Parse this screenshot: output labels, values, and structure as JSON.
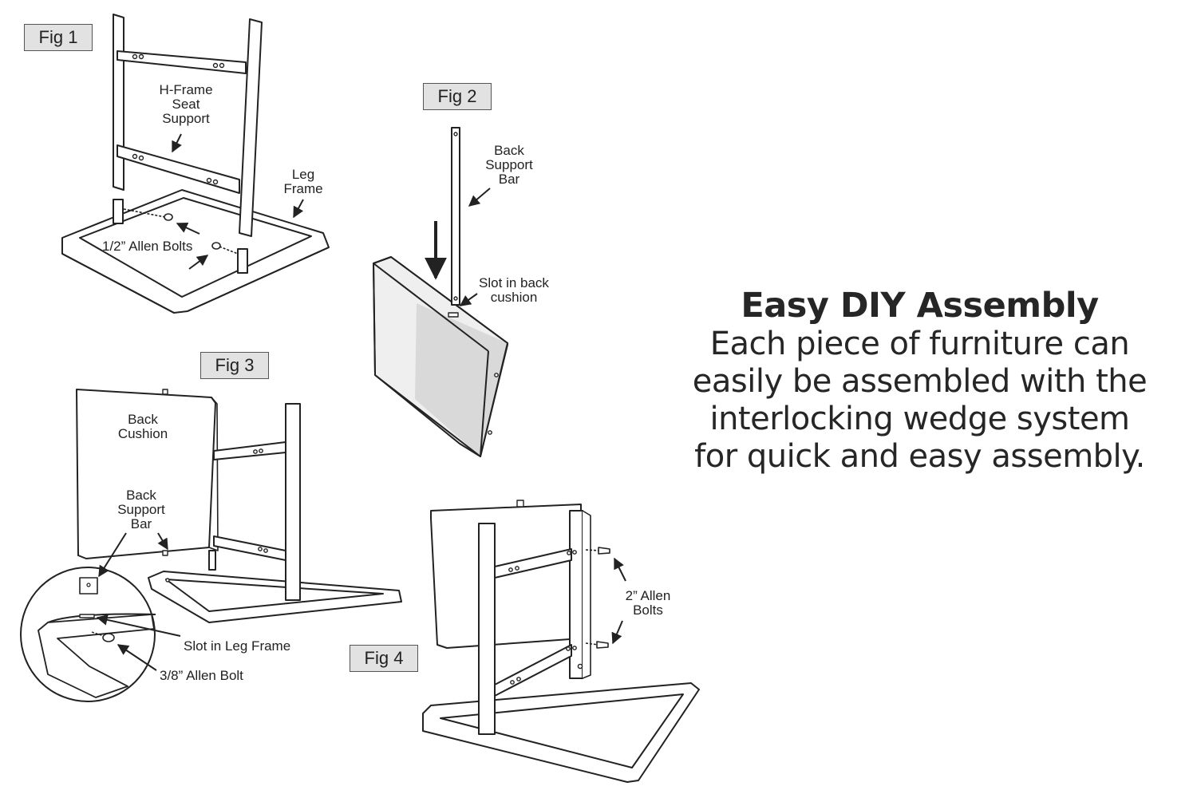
{
  "figures": {
    "fig1": {
      "tag": "Fig 1",
      "labels": {
        "h_frame": "H-Frame\nSeat\nSupport",
        "leg_frame": "Leg\nFrame",
        "allen_bolts": "1/2” Allen Bolts"
      }
    },
    "fig2": {
      "tag": "Fig 2",
      "labels": {
        "back_support_bar": "Back\nSupport\nBar",
        "slot_cushion": "Slot in back\ncushion"
      }
    },
    "fig3": {
      "tag": "Fig 3",
      "labels": {
        "back_cushion": "Back\nCushion",
        "back_support_bar": "Back\nSupport\nBar",
        "slot_leg_frame": "Slot in Leg Frame",
        "allen_bolt": "3/8” Allen Bolt"
      }
    },
    "fig4": {
      "tag": "Fig 4",
      "labels": {
        "allen_bolts": "2” Allen\nBolts"
      }
    }
  },
  "promo": {
    "title": "Easy DIY Assembly",
    "body": "Each piece of furniture can easily be assembled with the interlocking wedge system for quick and easy assembly."
  },
  "colors": {
    "line": "#222222",
    "part_fill": "#ffffff",
    "cushion_fill": "#efefef",
    "cushion_shade": "#d9d9d9",
    "tag_fill": "#e2e2e2"
  }
}
